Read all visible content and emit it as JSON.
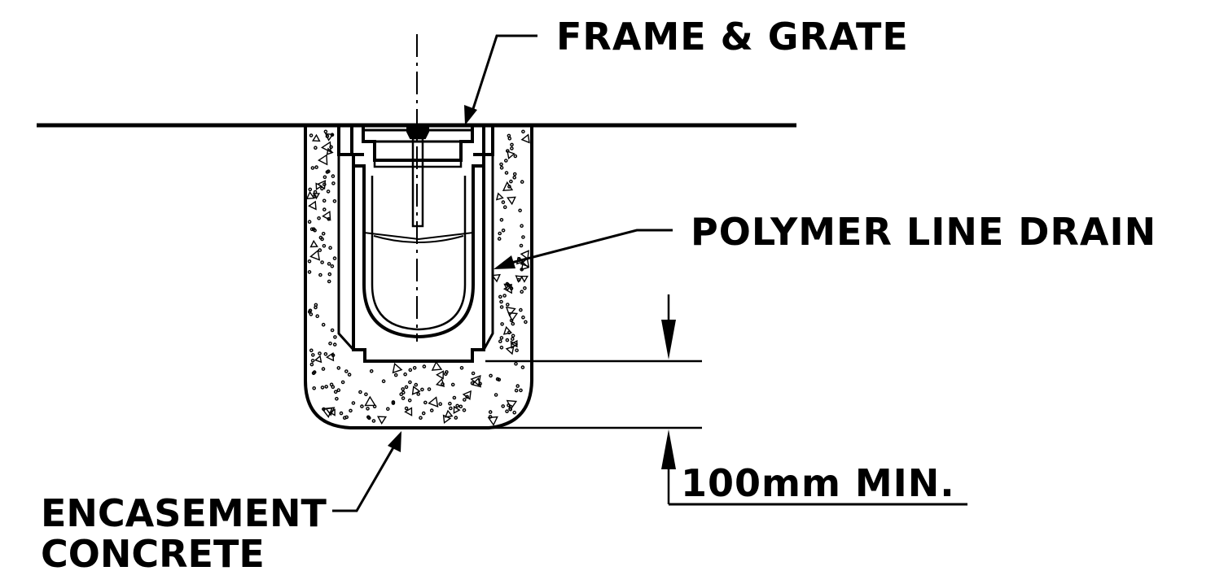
{
  "labels": {
    "frame_grate": "FRAME & GRATE",
    "polymer_drain": "POLYMER LINE DRAIN",
    "dimension": "100mm MIN.",
    "encasement_line1": "ENCASEMENT",
    "encasement_line2": "CONCRETE"
  },
  "colors": {
    "ink": "#000000",
    "background": "#ffffff"
  }
}
